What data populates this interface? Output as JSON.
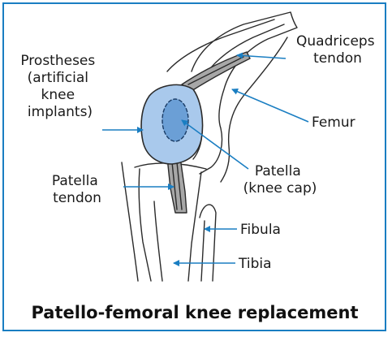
{
  "title": "Patello-femoral knee replacement",
  "labels": {
    "quadriceps": [
      "Quadriceps",
      "tendon"
    ],
    "prostheses": [
      "Prostheses",
      "(artificial",
      "knee",
      "implants)"
    ],
    "femur": "Femur",
    "patella": [
      "Patella",
      "(knee cap)"
    ],
    "patella_tendon": [
      "Patella",
      "tendon"
    ],
    "fibula": "Fibula",
    "tibia": "Tibia"
  },
  "colors": {
    "frame": "#1a7ec2",
    "arrow": "#1a7ec2",
    "implant_fill": "#a9c9ec",
    "patella_fill": "#6b9fd6",
    "tendon_fill": "#a7a7a7"
  }
}
